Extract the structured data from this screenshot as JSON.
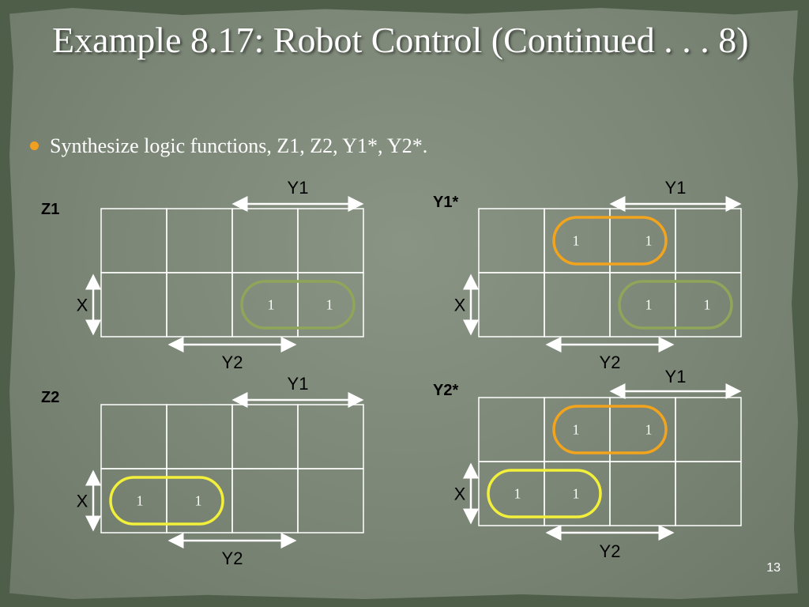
{
  "slide": {
    "title": "Example 8.17: Robot Control (Continued . . . 8)",
    "bullet": "Synthesize logic functions, Z1, Z2, Y1*, Y2*.",
    "page_number": "13"
  },
  "colors": {
    "background": "#7b8676",
    "green_loop": "#8fa65a",
    "orange_loop": "#f2a41c",
    "yellow_loop": "#f2f03a",
    "bullet": "#f0a020"
  },
  "kmaps": [
    {
      "name": "Z1",
      "row_var": "X",
      "col_var_top": "Y1",
      "col_var_bottom": "Y2",
      "cells": [
        [
          0,
          0,
          0,
          0
        ],
        [
          0,
          0,
          1,
          1
        ]
      ],
      "groups": [
        {
          "row": 1,
          "cols": [
            2,
            3
          ],
          "color": "green_loop"
        }
      ]
    },
    {
      "name": "Y1*",
      "row_var": "X",
      "col_var_top": "Y1",
      "col_var_bottom": "Y2",
      "cells": [
        [
          0,
          1,
          1,
          0
        ],
        [
          0,
          0,
          1,
          1
        ]
      ],
      "groups": [
        {
          "row": 0,
          "cols": [
            1,
            2
          ],
          "color": "orange_loop"
        },
        {
          "row": 1,
          "cols": [
            2,
            3
          ],
          "color": "green_loop"
        }
      ]
    },
    {
      "name": "Z2",
      "row_var": "X",
      "col_var_top": "Y1",
      "col_var_bottom": "Y2",
      "cells": [
        [
          0,
          0,
          0,
          0
        ],
        [
          1,
          1,
          0,
          0
        ]
      ],
      "groups": [
        {
          "row": 1,
          "cols": [
            0,
            1
          ],
          "color": "yellow_loop"
        }
      ]
    },
    {
      "name": "Y2*",
      "row_var": "X",
      "col_var_top": "Y1",
      "col_var_bottom": "Y2",
      "cells": [
        [
          0,
          1,
          1,
          0
        ],
        [
          1,
          1,
          0,
          0
        ]
      ],
      "groups": [
        {
          "row": 0,
          "cols": [
            1,
            2
          ],
          "color": "orange_loop"
        },
        {
          "row": 1,
          "cols": [
            0,
            1
          ],
          "color": "yellow_loop"
        }
      ]
    }
  ]
}
